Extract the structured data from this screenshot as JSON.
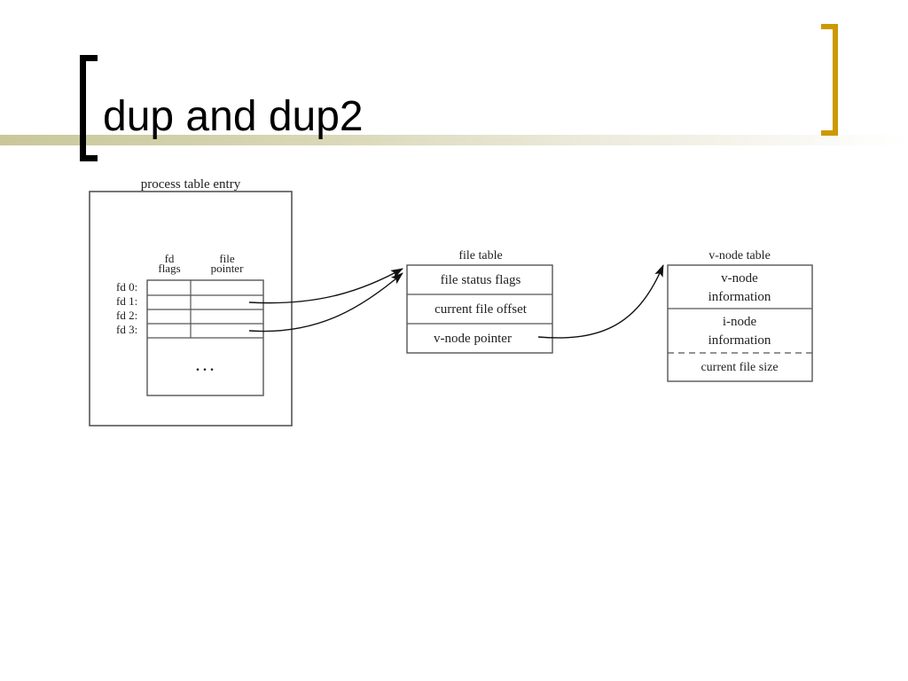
{
  "slide": {
    "title": "dup and dup2"
  },
  "diagram": {
    "process_table": {
      "title": "process table entry",
      "col_fd_flags": [
        "fd",
        "flags"
      ],
      "col_file_pointer": [
        "file",
        "pointer"
      ],
      "rows": [
        "fd 0:",
        "fd 1:",
        "fd 2:",
        "fd 3:"
      ],
      "ellipsis": ". . ."
    },
    "file_table": {
      "title": "file table",
      "fields": [
        "file status flags",
        "current file offset",
        "v-node pointer"
      ]
    },
    "vnode_table": {
      "title": "v-node table",
      "vnode_info": [
        "v-node",
        "information"
      ],
      "inode_info": [
        "i-node",
        "information"
      ],
      "file_size": "current file size"
    }
  },
  "colors": {
    "title_bar": "#c9c79a",
    "left_bracket": "#000000",
    "right_bracket": "#cc9900"
  }
}
